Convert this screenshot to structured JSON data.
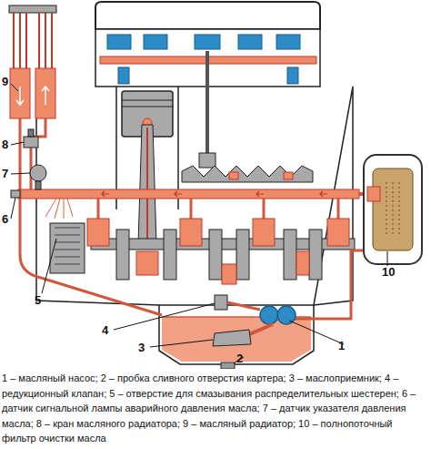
{
  "diagram": {
    "caption": "1 – масляный насос; 2 – пробка сливного отверстия картера; 3 – маслоприемник; 4 – редукционный клапан; 5 – отверстие для смазывания распределительных шестерен; 6 – датчик сигнальной лампы аварийного давления масла; 7 – датчик указателя давления масла; 8 – кран масляного радиатора; 9 – масляный радиатор; 10 – полнопоточный фильтр очистки масла",
    "labels": [
      "9",
      "8",
      "7",
      "6",
      "10",
      "5",
      "4",
      "1",
      "3",
      "2"
    ]
  }
}
